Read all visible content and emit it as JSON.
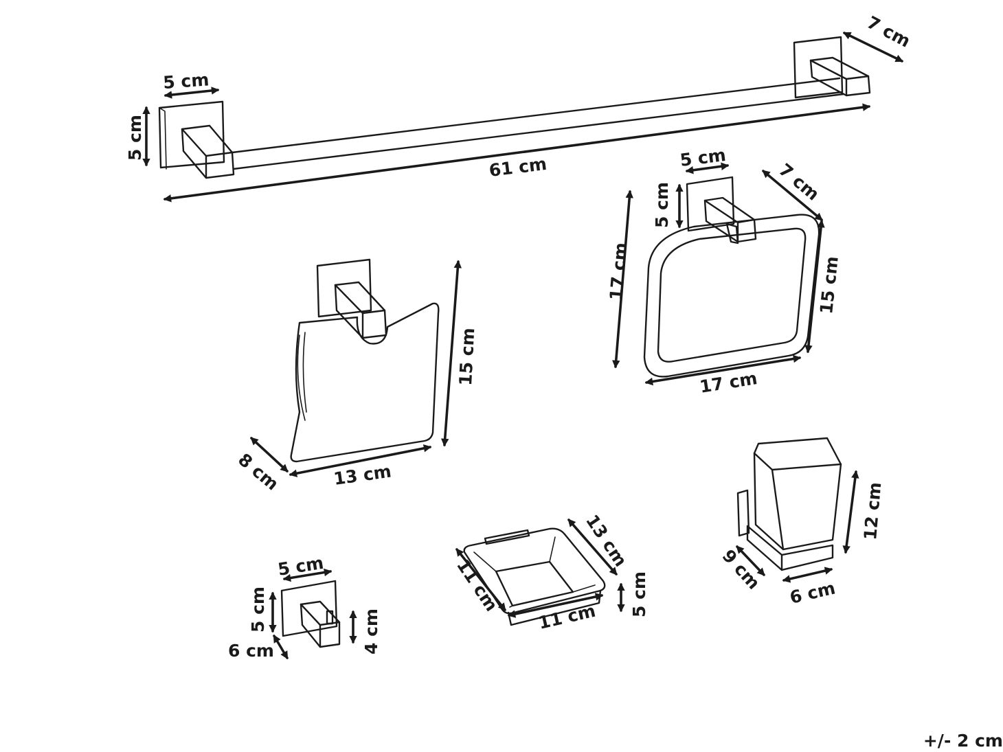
{
  "tolerance": "+/- 2 cm",
  "products": {
    "towel_rail": {
      "width": "5 cm",
      "height": "5 cm",
      "depth": "7 cm",
      "length": "61 cm"
    },
    "towel_ring": {
      "width": "5 cm",
      "height": "5 cm",
      "depth": "7 cm",
      "total_height": "17 cm",
      "ring_height": "15 cm",
      "ring_width": "17 cm"
    },
    "paper_holder": {
      "height": "15 cm",
      "depth": "8 cm",
      "width": "13 cm"
    },
    "hook": {
      "width": "5 cm",
      "height": "5 cm",
      "depth": "6 cm",
      "hook_height": "4 cm"
    },
    "soap_dish": {
      "depth": "13 cm",
      "height": "5 cm",
      "width": "11 cm",
      "side": "11 cm"
    },
    "tumbler": {
      "height": "12 cm",
      "depth": "9 cm",
      "width": "6 cm"
    }
  }
}
